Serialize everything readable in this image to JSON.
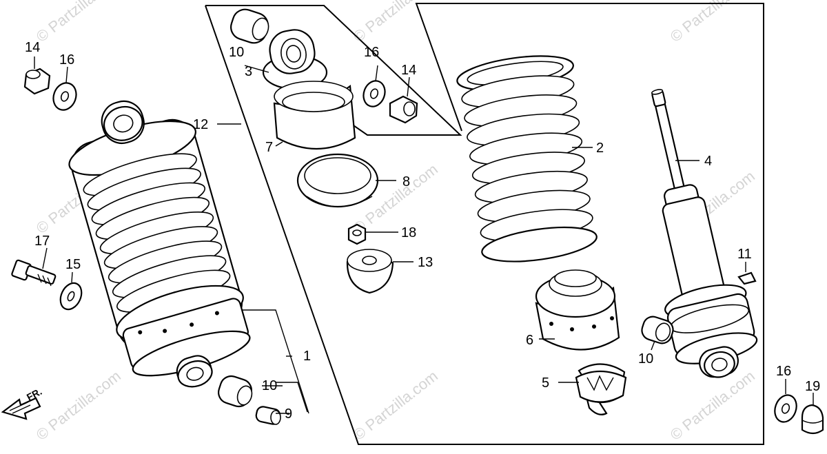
{
  "watermark": "© Partzilla.com",
  "front_marker": "FR.",
  "callouts": {
    "c1": "1",
    "c2": "2",
    "c3": "3",
    "c4": "4",
    "c5": "5",
    "c6": "6",
    "c7": "7",
    "c8": "8",
    "c9": "9",
    "c10a": "10",
    "c10b": "10",
    "c10c": "10",
    "c11": "11",
    "c12": "12",
    "c13": "13",
    "c14a": "14",
    "c14b": "14",
    "c15": "15",
    "c16a": "16",
    "c16b": "16",
    "c16c": "16",
    "c17": "17",
    "c18": "18",
    "c19": "19"
  }
}
